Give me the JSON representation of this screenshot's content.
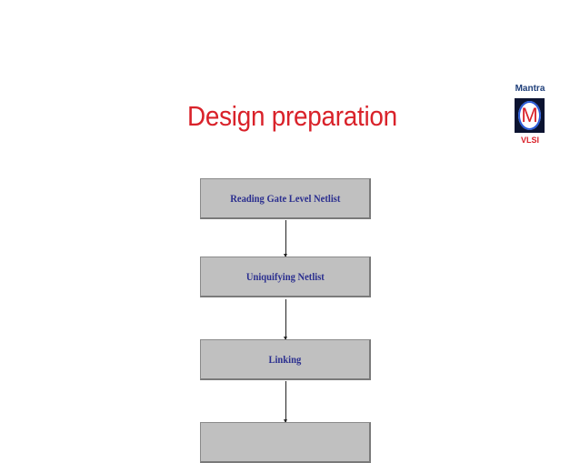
{
  "slide": {
    "title": "Design preparation",
    "title_color": "#d9222a"
  },
  "logo": {
    "top_text": "Mantra",
    "letter": "M",
    "bottom_text": "VLSI"
  },
  "flowchart": {
    "box_color": "#c0c0c0",
    "text_color": "#2b2f8f",
    "steps": [
      {
        "label": "Reading Gate Level Netlist"
      },
      {
        "label": "Uniquifying Netlist"
      },
      {
        "label": "Linking"
      },
      {
        "label": ""
      }
    ]
  }
}
